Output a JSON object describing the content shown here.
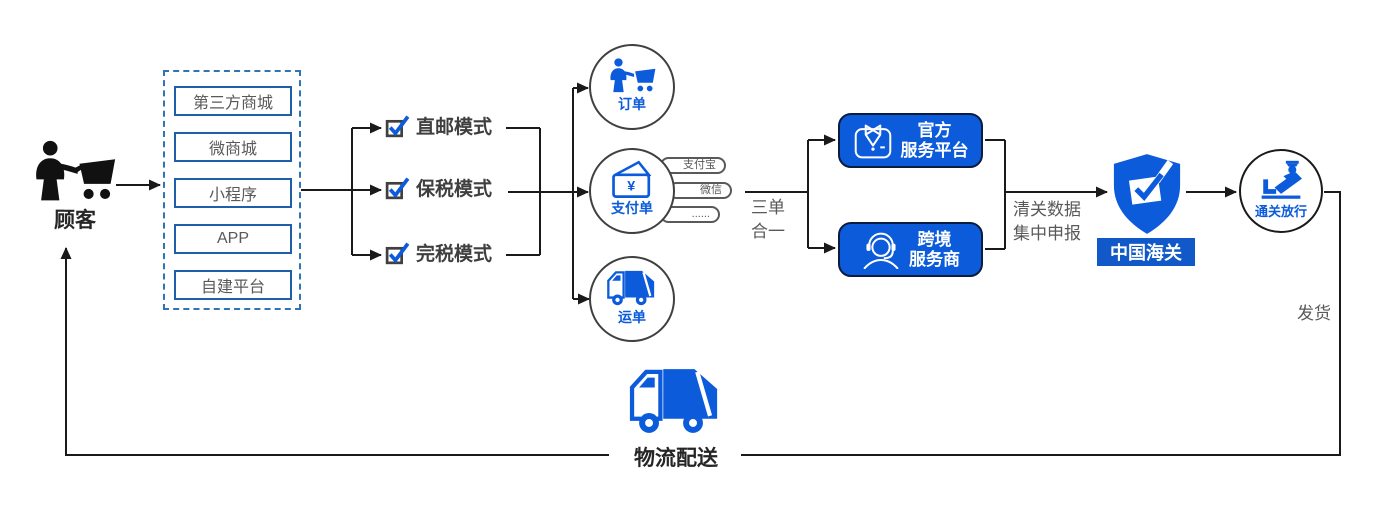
{
  "colors": {
    "accent_blue": "#0b5bdb",
    "box_border_blue": "#1e5faa",
    "dashed_border_blue": "#2e75b6",
    "customs_label_bg": "#1158c8",
    "dark_text": "#3f3f3f",
    "gray_text": "#595959",
    "line_color": "#1a1a1a"
  },
  "customer": {
    "label": "顾客"
  },
  "platforms": {
    "items": [
      "第三方商城",
      "微商城",
      "小程序",
      "APP",
      "自建平台"
    ]
  },
  "modes": {
    "items": [
      "直邮模式",
      "保税模式",
      "完税模式"
    ]
  },
  "documents": {
    "order": {
      "label": "订单"
    },
    "payment": {
      "label": "支付单",
      "options": [
        "支付宝",
        "微信",
        "......"
      ]
    },
    "waybill": {
      "label": "运单"
    }
  },
  "merge_label": {
    "line1": "三单",
    "line2": "合一"
  },
  "services": {
    "official": {
      "line1": "官方",
      "line2": "服务平台"
    },
    "crossborder": {
      "line1": "跨境",
      "line2": "服务商"
    }
  },
  "declare_label": {
    "line1": "清关数据",
    "line2": "集中申报"
  },
  "customs": {
    "label": "中国海关"
  },
  "clearance": {
    "label": "通关放行"
  },
  "ship_label": "发货",
  "logistics": {
    "label": "物流配送"
  }
}
